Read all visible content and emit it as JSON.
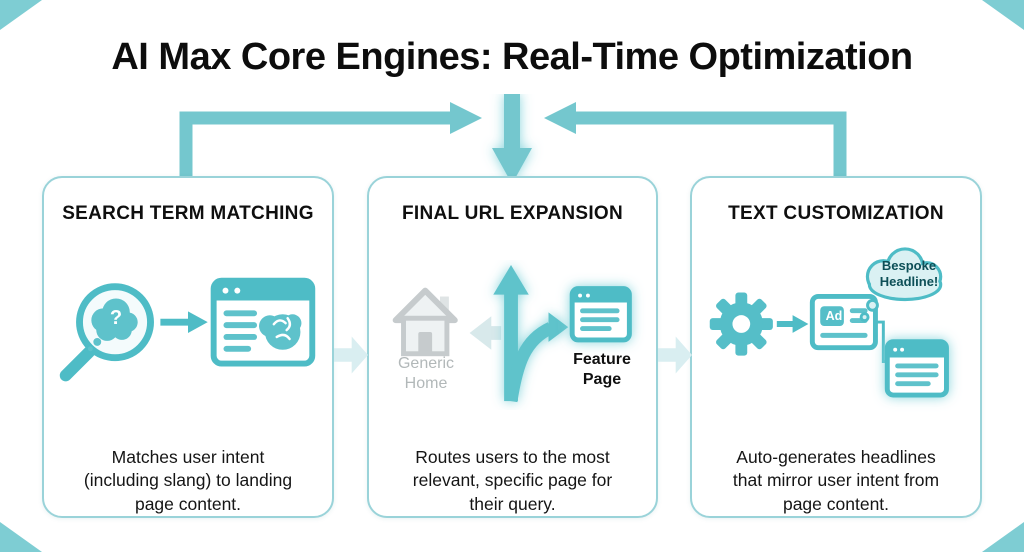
{
  "title": "AI Max Core Engines: Real-Time Optimization",
  "cards": [
    {
      "heading": "SEARCH TERM MATCHING",
      "description": "Matches user intent\n(including slang) to landing\npage content.",
      "glyphs": {
        "question": "?"
      }
    },
    {
      "heading": "FINAL URL EXPANSION",
      "description": "Routes users to the most\nrelevant, specific page for\ntheir query.",
      "labels": {
        "generic_home": "Generic\nHome",
        "feature_page": "Feature\nPage"
      }
    },
    {
      "heading": "TEXT CUSTOMIZATION",
      "description": "Auto-generates headlines\nthat mirror user intent from\npage content.",
      "labels": {
        "ad_badge": "Ad",
        "thought_bubble": "Bespoke\nHeadline!"
      }
    }
  ],
  "icons": {
    "magnifier_thought": "magnifying glass with thought cloud",
    "browser_brain": "browser window with brain content",
    "house": "generic home page (dimmed)",
    "branch_arrow": "route branching arrow",
    "feature_browser": "feature page browser window",
    "gear": "settings gear",
    "ad_browser": "ad window with Ad badge",
    "thought_bubble": "bespoke headline thought bubble",
    "content_browser": "page content browser window"
  },
  "colors": {
    "accent_teal": "#5fc2cb",
    "arrow_teal": "#74c7ce",
    "light_teal": "#d9eef1",
    "card_border": "#9ad3d9",
    "muted_gray": "#b4b9ba",
    "text": "#111111"
  }
}
